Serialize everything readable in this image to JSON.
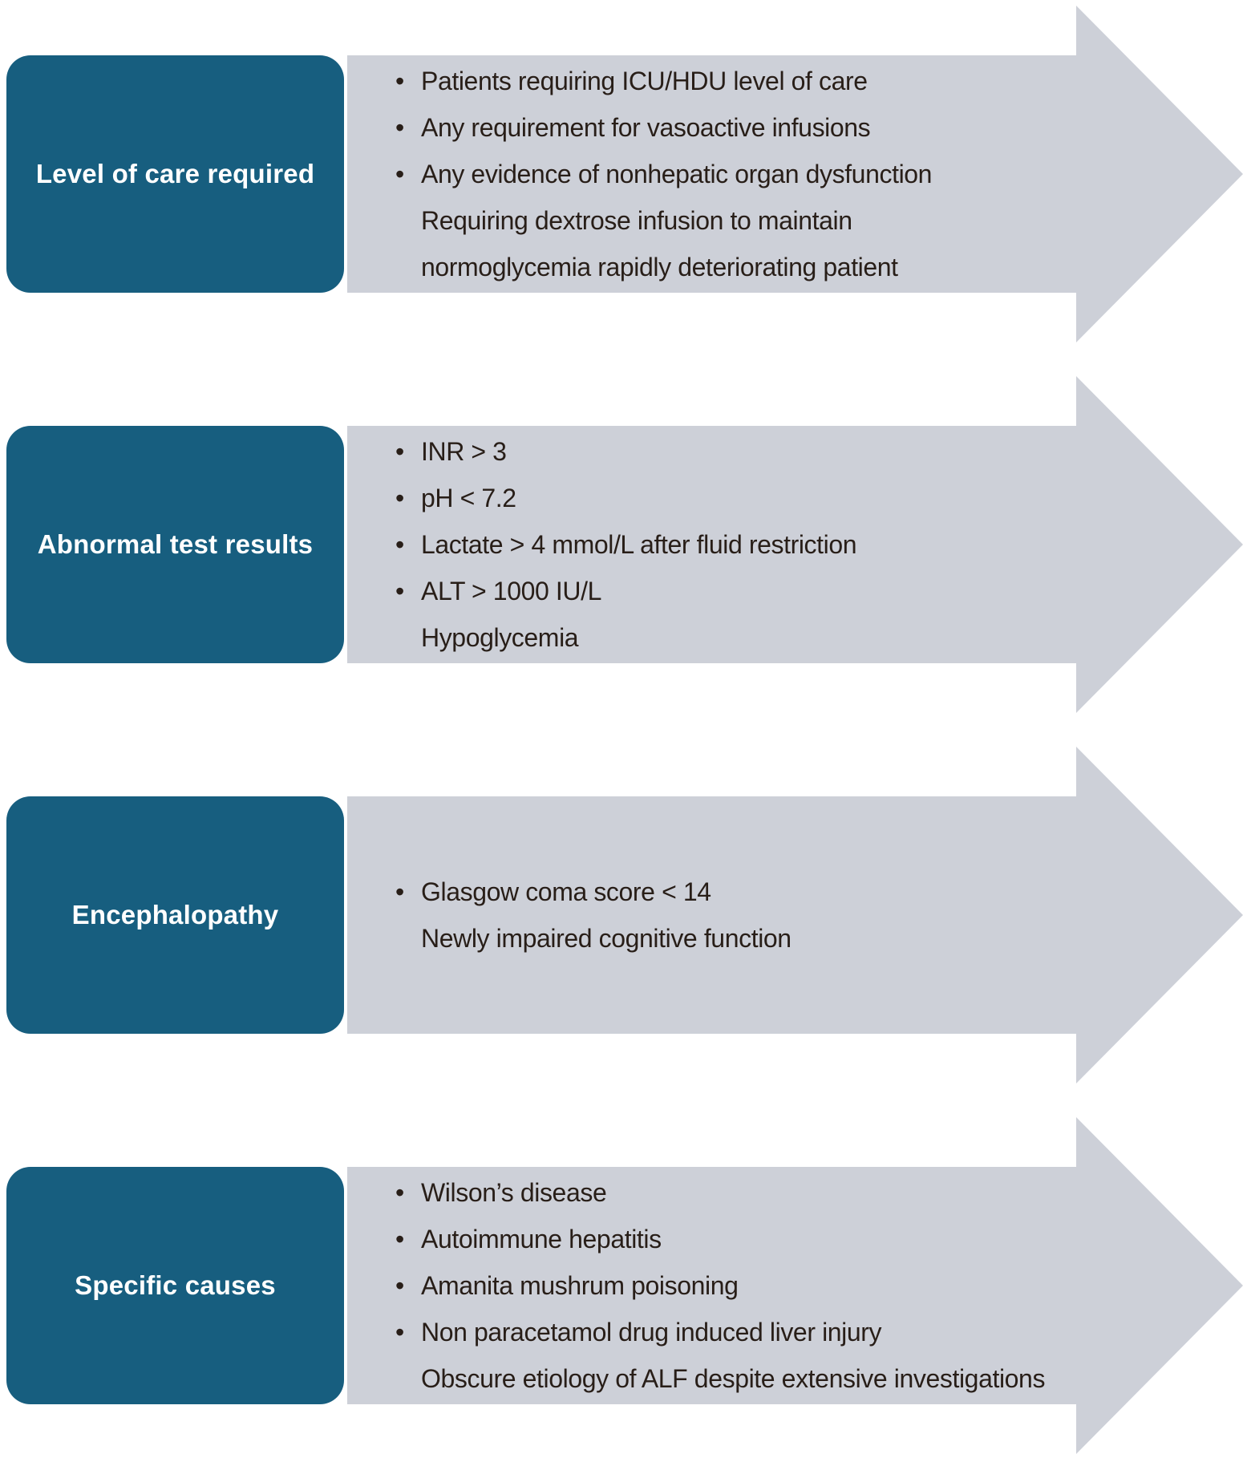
{
  "colors": {
    "box": "#175E7F",
    "arrow": "#CDD0D8",
    "text": "#281E18",
    "label_text": "#FFFFFF"
  },
  "rows": [
    {
      "label": "Level of care required",
      "items": [
        {
          "marker": "•",
          "text": "Patients requiring ICU/HDU level of care"
        },
        {
          "marker": "•",
          "text": "Any requirement for vasoactive infusions"
        },
        {
          "marker": "•",
          "text": "Any evidence of nonhepatic organ dysfunction"
        },
        {
          "marker": "",
          "text": "Requiring dextrose infusion to maintain"
        },
        {
          "marker": "",
          "text": "normoglycemia rapidly deteriorating patient"
        }
      ]
    },
    {
      "label": "Abnormal test results",
      "items": [
        {
          "marker": "•",
          "text": "INR > 3"
        },
        {
          "marker": "•",
          "text": "pH < 7.2"
        },
        {
          "marker": "•",
          "text": "Lactate > 4 mmol/L after fluid restriction"
        },
        {
          "marker": "•",
          "text": "ALT > 1000 IU/L"
        },
        {
          "marker": "",
          "text": "Hypoglycemia"
        }
      ]
    },
    {
      "label": "Encephalopathy",
      "items": [
        {
          "marker": "•",
          "text": "Glasgow coma score < 14"
        },
        {
          "marker": "",
          "text": "Newly impaired cognitive function"
        }
      ]
    },
    {
      "label": "Specific causes",
      "items": [
        {
          "marker": "•",
          "text": "Wilson’s disease"
        },
        {
          "marker": "•",
          "text": "Autoimmune hepatitis"
        },
        {
          "marker": "•",
          "text": "Amanita mushrum poisoning"
        },
        {
          "marker": "•",
          "text": "Non paracetamol drug induced liver injury"
        },
        {
          "marker": "",
          "text": "Obscure etiology of ALF despite extensive investigations"
        }
      ]
    }
  ]
}
